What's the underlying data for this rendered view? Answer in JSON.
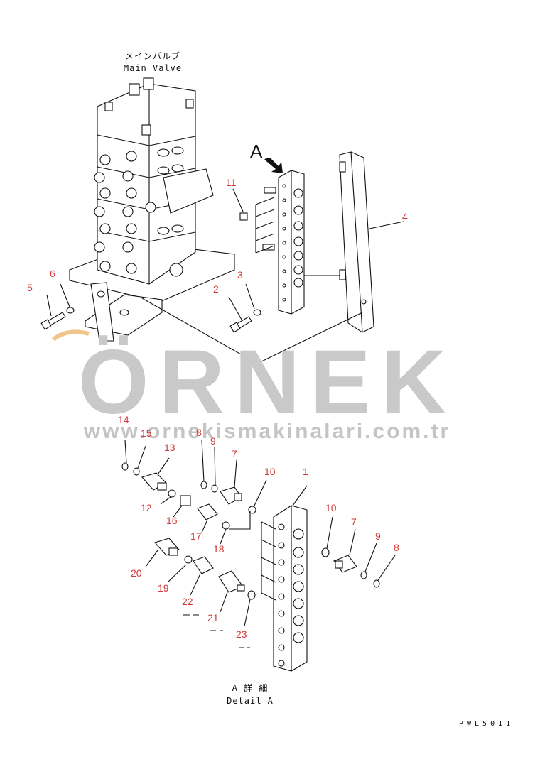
{
  "titles": {
    "main_valve_jp": "メインバルブ",
    "main_valve_en": "Main Valve",
    "view_letter": "A",
    "detail_jp": "A 詳 細",
    "detail_en": "Detail A",
    "drawing_ref": "PWL5011"
  },
  "watermark": {
    "brand": "ÖRNEK",
    "url": "www.ornekismakinalari.com.tr"
  },
  "part_numbers": {
    "upper": [
      "11",
      "4",
      "3",
      "2",
      "6",
      "5"
    ],
    "lower": [
      "14",
      "15",
      "13",
      "12",
      "16",
      "17",
      "18",
      "8",
      "9",
      "7",
      "10",
      "1",
      "10",
      "7",
      "9",
      "8",
      "20",
      "19",
      "22",
      "21",
      "23"
    ]
  },
  "colors": {
    "part_number": "#d23a3a",
    "watermark": "#c9c9c9",
    "linework": "#111111"
  }
}
